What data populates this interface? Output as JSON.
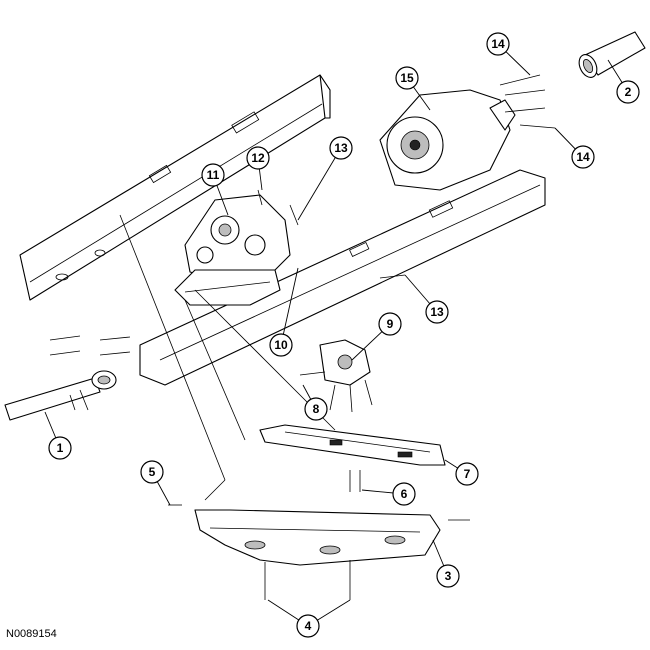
{
  "figure_id": "N0089154",
  "callouts": {
    "c1": "1",
    "c2": "2",
    "c3": "3",
    "c4": "4",
    "c5": "5",
    "c6": "6",
    "c7": "7",
    "c8": "8",
    "c9": "9",
    "c10": "10",
    "c11": "11",
    "c12": "12",
    "c13a": "13",
    "c13b": "13",
    "c14a": "14",
    "c14b": "14",
    "c15": "15"
  }
}
